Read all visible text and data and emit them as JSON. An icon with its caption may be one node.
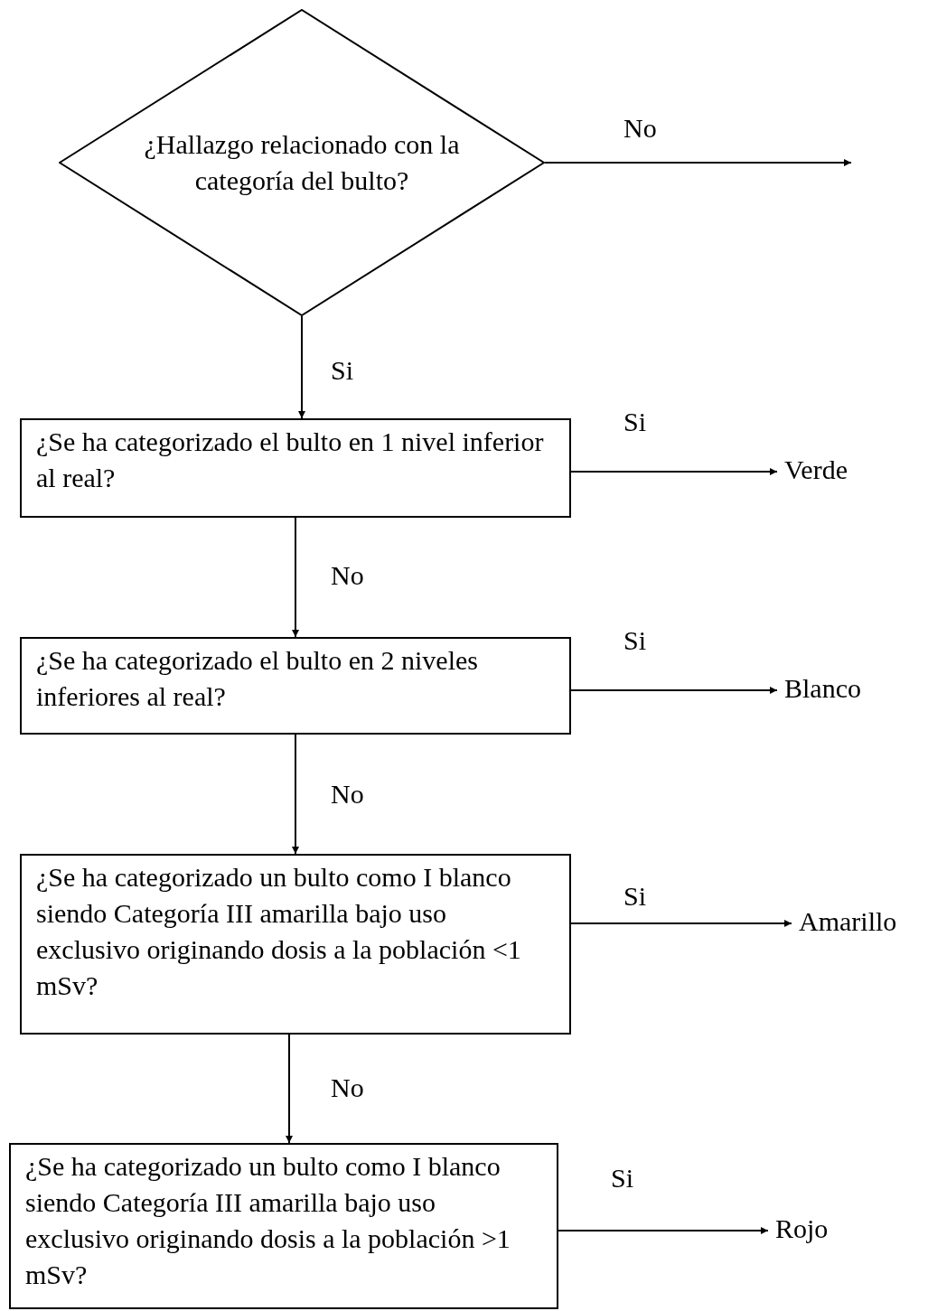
{
  "diagram": {
    "nodes": [
      {
        "text": [
          "¿Hallazgo relacionado con la categoría del bulto?"
        ]
      },
      {
        "text": [
          "¿Se ha categorizado el bulto en 1 nivel inferior al real?"
        ]
      },
      {
        "text": [
          "Verde"
        ]
      },
      {
        "text": [
          "¿Se ha categorizado el bulto en 2 niveles inferiores al real?"
        ]
      },
      {
        "text": [
          "Blanco"
        ]
      },
      {
        "text": [
          "¿Se ha categorizado un bulto como I blanco siendo Categoría III amarilla bajo uso exclusivo originando dosis a la población <1 mSv?"
        ]
      },
      {
        "text": [
          "Amarillo"
        ]
      },
      {
        "text": [
          "¿Se ha categorizado un bulto como I blanco siendo Categoría III amarilla bajo uso exclusivo originando dosis a la población >1 mSv?"
        ]
      },
      {
        "text": [
          "Rojo"
        ]
      }
    ],
    "edges": [
      {
        "from": 0,
        "to": null,
        "arrow": "to",
        "label": "No"
      },
      {
        "from": 0,
        "to": 1,
        "arrow": "to",
        "label": "Si"
      },
      {
        "from": 1,
        "to": 2,
        "arrow": "to",
        "label": "Si"
      },
      {
        "from": 1,
        "to": 3,
        "arrow": "to",
        "label": "No"
      },
      {
        "from": 3,
        "to": 4,
        "arrow": "to",
        "label": "Si"
      },
      {
        "from": 3,
        "to": 5,
        "arrow": "to",
        "label": "No"
      },
      {
        "from": 5,
        "to": 6,
        "arrow": "to",
        "label": "Si"
      },
      {
        "from": 5,
        "to": 7,
        "arrow": "to",
        "label": "No"
      },
      {
        "from": 7,
        "to": 8,
        "arrow": "to",
        "label": "Si"
      }
    ]
  }
}
